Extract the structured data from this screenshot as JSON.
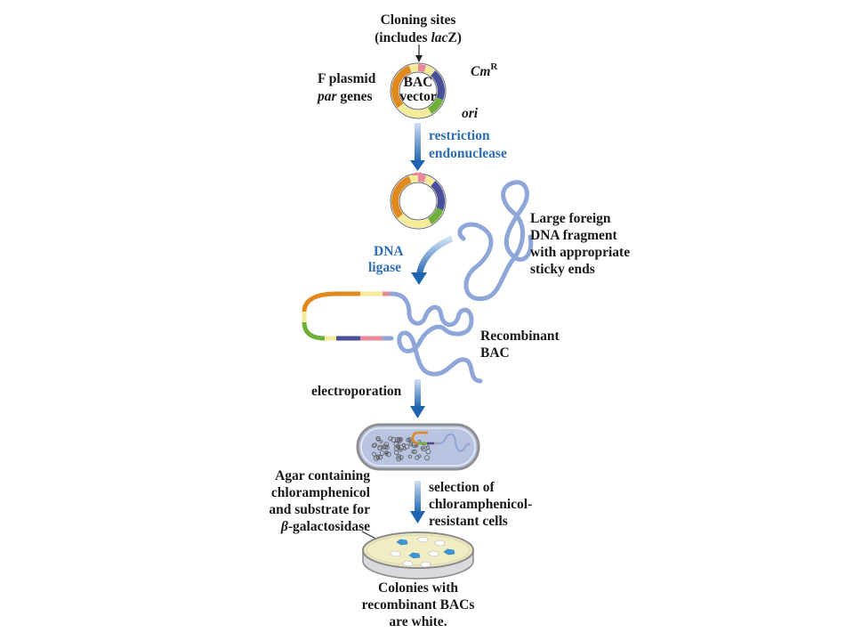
{
  "top_label": {
    "line1": "Cloning sites",
    "line2_prefix": "(includes ",
    "line2_italic": "lac",
    "line2_suffix": "Z)"
  },
  "vector_left_label": {
    "line1": "F plasmid",
    "line2_italic": "par",
    "line2_suffix": " genes"
  },
  "cm_label": {
    "main": "Cm",
    "sup": "R"
  },
  "ori_label": "ori",
  "vector_center": {
    "line1": "BAC",
    "line2": "vector"
  },
  "step1": {
    "line1": "restriction",
    "line2": "endonuclease"
  },
  "step2": {
    "line1": "DNA",
    "line2": "ligase"
  },
  "foreign_dna": {
    "line1": "Large foreign",
    "line2": "DNA fragment",
    "line3": "with appropriate",
    "line4": "sticky ends"
  },
  "recombinant": {
    "line1": "Recombinant",
    "line2": "BAC"
  },
  "step3": "electroporation",
  "agar_label": {
    "line1": "Agar containing",
    "line2": "chloramphenicol",
    "line3": "and substrate for",
    "line4_italic": "β",
    "line4_suffix": "-galactosidase"
  },
  "step4": {
    "line1": "selection of",
    "line2": "chloramphenicol-",
    "line3": "resistant cells"
  },
  "result": {
    "line1": "Colonies with",
    "line2": "recombinant BACs",
    "line3": "are white."
  },
  "colors": {
    "arrow_blue": "#2d6fb5",
    "dna_blue": "#8ea6d8",
    "segment_orange": "#e08a1e",
    "segment_yellow": "#f5ec9a",
    "segment_navy": "#4a4f9a",
    "segment_green": "#6fb03a",
    "segment_pink": "#e8889a",
    "cell_fill": "#b8c4e0",
    "agar_fill": "#f0edc4",
    "blue_colony": "#3a96d6"
  }
}
